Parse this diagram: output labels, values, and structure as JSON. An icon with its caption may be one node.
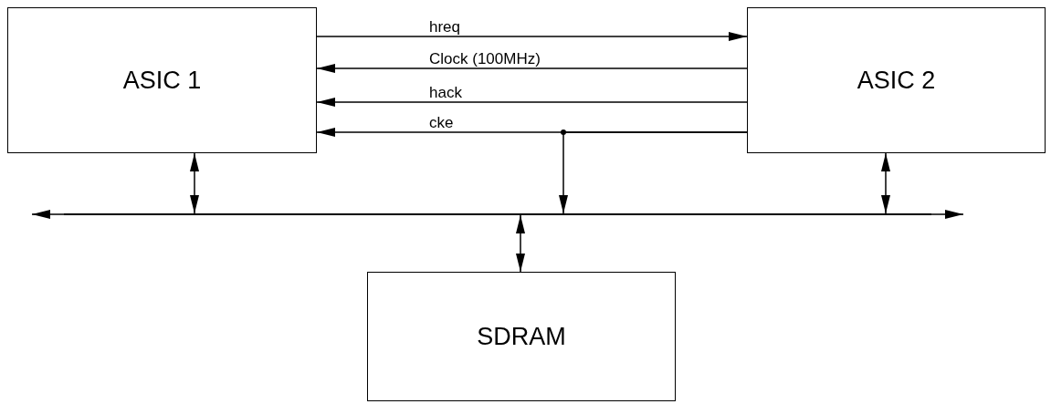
{
  "diagram": {
    "nodes": [
      {
        "text": [
          "ASIC 1"
        ]
      },
      {
        "text": [
          "ASIC 2"
        ]
      },
      {
        "text": [],
        "shape": "bar"
      },
      {
        "text": [
          "SDRAM"
        ]
      }
    ],
    "edges": [
      {
        "from": 0,
        "to": 1,
        "label": "hreq",
        "arrow": "to"
      },
      {
        "from": 1,
        "to": 0,
        "label": "Clock (100MHz)",
        "arrow": "to"
      },
      {
        "from": 1,
        "to": 0,
        "label": "hack",
        "arrow": "to"
      },
      {
        "from": 1,
        "to": 0,
        "label": "cke",
        "arrow": "to"
      },
      {
        "from": 1,
        "to": 2,
        "arrow": "to"
      },
      {
        "from": 0,
        "to": 2,
        "arrow": "both"
      },
      {
        "from": 1,
        "to": 2,
        "arrow": "both"
      },
      {
        "from": 3,
        "to": 2,
        "arrow": "both"
      },
      {
        "from": 2,
        "to": null,
        "arrow": "to"
      },
      {
        "from": 2,
        "to": null,
        "arrow": "to"
      }
    ]
  }
}
